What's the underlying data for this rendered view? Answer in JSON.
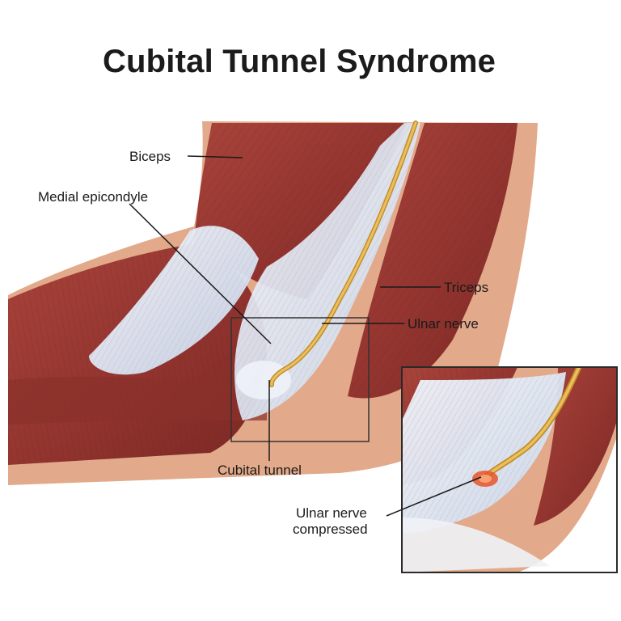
{
  "title": "Cubital Tunnel Syndrome",
  "labels": {
    "biceps": "Biceps",
    "medial_epicondyle": "Medial epicondyle",
    "triceps": "Triceps",
    "ulnar_nerve": "Ulnar nerve",
    "cubital_tunnel": "Cubital tunnel",
    "compressed_line1": "Ulnar nerve",
    "compressed_line2": "compressed"
  },
  "colors": {
    "muscle": "#9c3a33",
    "muscle_dark": "#7d2a25",
    "skin": "#e2a98a",
    "tendon": "#e6ecf6",
    "nerve": "#e3b23c",
    "compression": "#e8542a"
  }
}
